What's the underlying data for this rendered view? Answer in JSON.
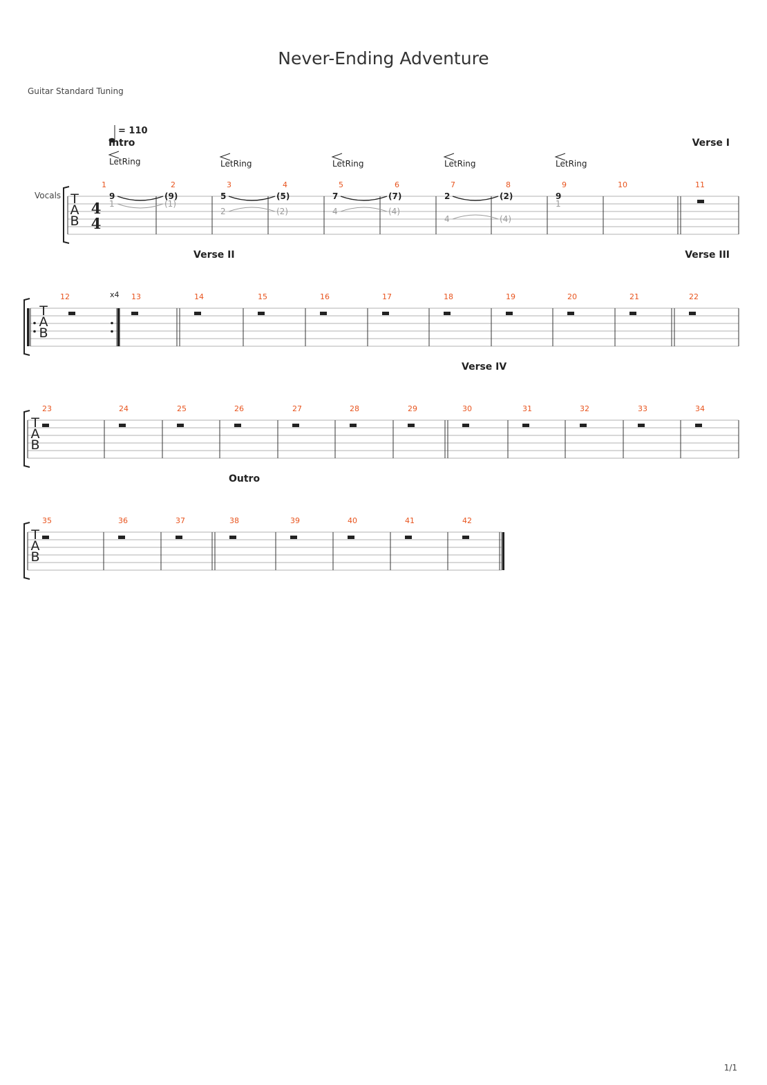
{
  "score": {
    "title": "Never-Ending Adventure",
    "tuning": "Guitar Standard Tuning",
    "instrument": "Vocals",
    "tempo": "= 110",
    "time_signature": {
      "top": "4",
      "bottom": "4"
    },
    "tab_clef": [
      "T",
      "A",
      "B"
    ],
    "page": "1/1"
  },
  "sections": [
    {
      "name": "Intro",
      "measure": 1
    },
    {
      "name": "Verse I",
      "measure": 11
    },
    {
      "name": "Verse II",
      "measure": 14
    },
    {
      "name": "Verse III",
      "measure": 22
    },
    {
      "name": "Verse IV",
      "measure": 30
    },
    {
      "name": "Outro",
      "measure": 38
    }
  ],
  "repeat": {
    "start": 12,
    "end": 12,
    "label": "x4"
  },
  "effects": [
    {
      "measure": 1,
      "label": "LetRing"
    },
    {
      "measure": 3,
      "label": "LetRing"
    },
    {
      "measure": 5,
      "label": "LetRing"
    },
    {
      "measure": 7,
      "label": "LetRing"
    },
    {
      "measure": 9,
      "label": "LetRing"
    }
  ],
  "notes": [
    {
      "measure": 1,
      "string": 1,
      "fret": "9",
      "tied": false
    },
    {
      "measure": 1,
      "string": 2,
      "fret": "1",
      "tied": false
    },
    {
      "measure": 2,
      "string": 1,
      "fret": "(9)",
      "tied": true
    },
    {
      "measure": 2,
      "string": 2,
      "fret": "(1)",
      "tied": true
    },
    {
      "measure": 3,
      "string": 1,
      "fret": "5",
      "tied": false
    },
    {
      "measure": 3,
      "string": 3,
      "fret": "2",
      "tied": false
    },
    {
      "measure": 4,
      "string": 1,
      "fret": "(5)",
      "tied": true
    },
    {
      "measure": 4,
      "string": 3,
      "fret": "(2)",
      "tied": true
    },
    {
      "measure": 5,
      "string": 1,
      "fret": "7",
      "tied": false
    },
    {
      "measure": 5,
      "string": 3,
      "fret": "4",
      "tied": false
    },
    {
      "measure": 6,
      "string": 1,
      "fret": "(7)",
      "tied": true
    },
    {
      "measure": 6,
      "string": 3,
      "fret": "(4)",
      "tied": true
    },
    {
      "measure": 7,
      "string": 1,
      "fret": "2",
      "tied": false
    },
    {
      "measure": 7,
      "string": 4,
      "fret": "4",
      "tied": false
    },
    {
      "measure": 8,
      "string": 1,
      "fret": "(2)",
      "tied": true
    },
    {
      "measure": 8,
      "string": 4,
      "fret": "(4)",
      "tied": true
    },
    {
      "measure": 9,
      "string": 1,
      "fret": "9",
      "tied": false
    },
    {
      "measure": 9,
      "string": 2,
      "fret": "1",
      "tied": false
    }
  ],
  "rest_measures": [
    11,
    12,
    13,
    14,
    15,
    16,
    17,
    18,
    19,
    20,
    21,
    22,
    23,
    24,
    25,
    26,
    27,
    28,
    29,
    30,
    31,
    32,
    33,
    34,
    35,
    36,
    37,
    38,
    39,
    40,
    41,
    42
  ],
  "double_bars_before": [
    11,
    14,
    22,
    30,
    38
  ],
  "systems": [
    {
      "measures": [
        1,
        2,
        3,
        4,
        5,
        6,
        7,
        8,
        9,
        10,
        11
      ]
    },
    {
      "measures": [
        12,
        13,
        14,
        15,
        16,
        17,
        18,
        19,
        20,
        21,
        22
      ]
    },
    {
      "measures": [
        23,
        24,
        25,
        26,
        27,
        28,
        29,
        30,
        31,
        32,
        33,
        34
      ]
    },
    {
      "measures": [
        35,
        36,
        37,
        38,
        39,
        40,
        41,
        42
      ]
    }
  ],
  "colors": {
    "measure_number": "#e8541e",
    "staff_line": "#999999",
    "barline": "#333333",
    "ghost_fret": "#9a9a9a"
  }
}
